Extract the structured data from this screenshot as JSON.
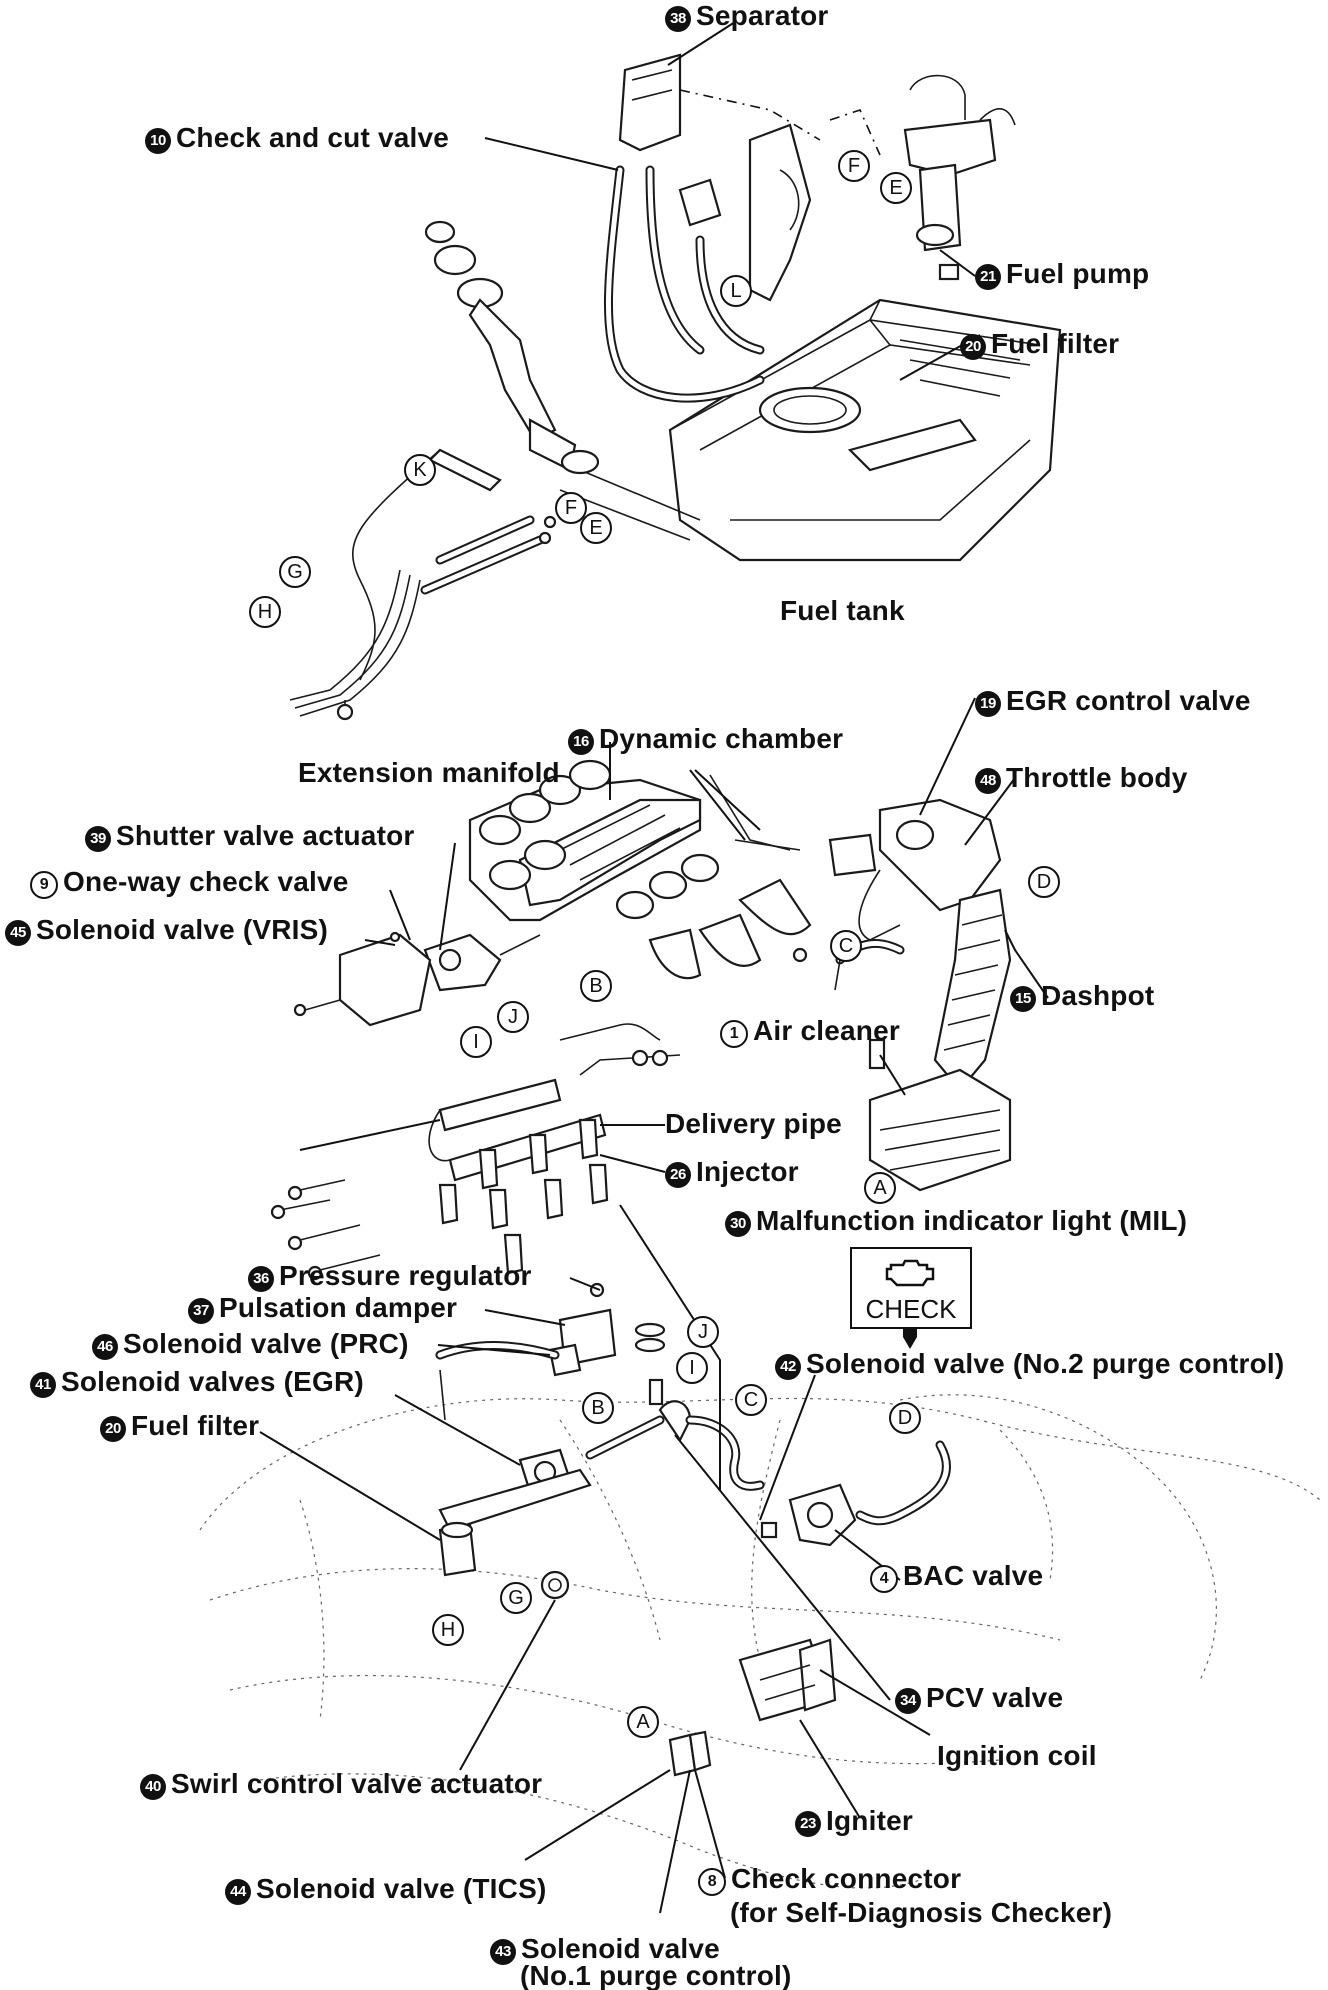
{
  "labels": {
    "separator": {
      "num": "38",
      "text": "Separator"
    },
    "check_cut": {
      "num": "10",
      "text": "Check and cut valve"
    },
    "fuel_pump": {
      "num": "21",
      "text": "Fuel pump"
    },
    "fuel_filter_top": {
      "num": "20",
      "text": "Fuel filter"
    },
    "fuel_tank": {
      "text": "Fuel tank"
    },
    "egr_control": {
      "num": "19",
      "text": "EGR control valve"
    },
    "dynamic_chamber": {
      "num": "16",
      "text": "Dynamic chamber"
    },
    "extension_manifold": {
      "text": "Extension manifold"
    },
    "throttle_body": {
      "num": "48",
      "text": "Throttle body"
    },
    "shutter_actuator": {
      "num": "39",
      "text": "Shutter valve actuator"
    },
    "one_way": {
      "num": "9",
      "text": "One-way check valve"
    },
    "vris": {
      "num": "45",
      "text": "Solenoid valve (VRIS)"
    },
    "dashpot": {
      "num": "15",
      "text": "Dashpot"
    },
    "air_cleaner": {
      "num": "1",
      "text": "Air cleaner"
    },
    "delivery_pipe": {
      "text": "Delivery pipe"
    },
    "injector": {
      "num": "26",
      "text": "Injector"
    },
    "mil": {
      "num": "30",
      "text": "Malfunction indicator light (MIL)"
    },
    "pressure_regulator": {
      "num": "36",
      "text": "Pressure regulator"
    },
    "pulsation_damper": {
      "num": "37",
      "text": "Pulsation damper"
    },
    "prc": {
      "num": "46",
      "text": "Solenoid valve (PRC)"
    },
    "egr_valves": {
      "num": "41",
      "text": "Solenoid valves (EGR)"
    },
    "fuel_filter_bottom": {
      "num": "20",
      "text": "Fuel filter"
    },
    "purge2": {
      "num": "42",
      "text": "Solenoid valve (No.2 purge control)"
    },
    "bac": {
      "num": "4",
      "text": "BAC valve"
    },
    "pcv": {
      "num": "34",
      "text": "PCV valve"
    },
    "ignition_coil": {
      "text": "Ignition coil"
    },
    "swirl": {
      "num": "40",
      "text": "Swirl control valve actuator"
    },
    "igniter": {
      "num": "23",
      "text": "Igniter"
    },
    "tics": {
      "num": "44",
      "text": "Solenoid valve (TICS)"
    },
    "check_connector": {
      "num": "8",
      "text": "Check connector",
      "line2": "(for Self-Diagnosis Checker)"
    },
    "purge1": {
      "num": "43",
      "text": "Solenoid valve",
      "line2": "(No.1 purge control)"
    }
  },
  "mil_panel": {
    "text": "CHECK",
    "icon": "engine-icon"
  },
  "refs": {
    "F": "F",
    "E": "E",
    "L": "L",
    "K": "K",
    "G": "G",
    "H": "H",
    "D": "D",
    "C": "C",
    "B": "B",
    "J": "J",
    "I": "I",
    "A": "A"
  }
}
